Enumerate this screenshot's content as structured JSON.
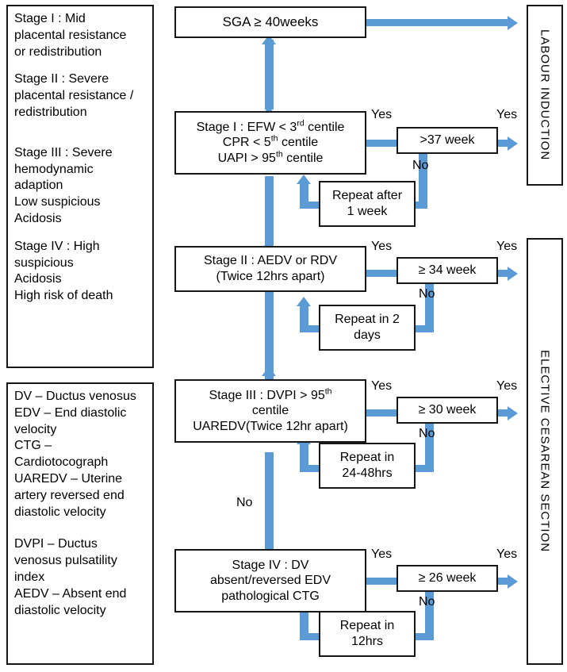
{
  "legend_stages": {
    "lines": [
      "Stage I : Mid",
      "placental resistance",
      "or redistribution",
      "",
      "Stage II : Severe",
      "placental resistance /",
      "redistribution",
      "",
      "",
      "Stage III : Severe",
      "hemodynamic",
      "adaption",
      "Low suspicious",
      "Acidosis",
      "",
      "Stage IV : High",
      "suspicious",
      "Acidosis",
      "High risk of death"
    ]
  },
  "legend_abbrev": {
    "lines": [
      "DV – Ductus venosus",
      "EDV – End diastolic",
      "velocity",
      "CTG –",
      "Cardiotocograph",
      "UAREDV – Uterine",
      "artery reversed end",
      "diastolic velocity",
      "",
      "DVPI – Ductus",
      "venosus pulsatility",
      "index",
      "AEDV – Absent end",
      "diastolic velocity"
    ]
  },
  "nodes": {
    "sga": {
      "line1": "SGA ≥ 40weeks"
    },
    "stage1": {
      "line1_a": "Stage I : EFW < 3",
      "line1_sup": "rd",
      "line1_b": " centile",
      "line2_a": "CPR < 5",
      "line2_sup": "th",
      "line2_b": " centile",
      "line3_a": "UAPI > 95",
      "line3_sup": "th",
      "line3_b": " centile"
    },
    "stage2": {
      "line1": "Stage II : AEDV or RDV",
      "line2": "(Twice 12hrs apart)"
    },
    "stage3": {
      "line1_a": "Stage III : DVPI > 95",
      "line1_sup": "th",
      "line2": "centile",
      "line3": "UAREDV(Twice 12hr apart)"
    },
    "stage4": {
      "line1": "Stage IV : DV",
      "line2": "absent/reversed EDV",
      "line3": "pathological CTG"
    },
    "repeat1": {
      "line1": "Repeat after",
      "line2": "1 week"
    },
    "repeat2": {
      "line1": "Repeat in 2",
      "line2": "days"
    },
    "repeat3": {
      "line1": "Repeat in",
      "line2": "24-48hrs"
    },
    "repeat4": {
      "line1": "Repeat in",
      "line2": "12hrs"
    },
    "gate1": {
      "label": ">37 week"
    },
    "gate2": {
      "label": "≥ 34 week"
    },
    "gate3": {
      "label": "≥ 30 week"
    },
    "gate4": {
      "label": "≥ 26 week"
    }
  },
  "edge_labels": {
    "yes_s1": "Yes",
    "yes_g1": "Yes",
    "no_g1": "No",
    "yes_s2": "Yes",
    "yes_g2": "Yes",
    "no_g2": "No",
    "yes_s3": "Yes",
    "yes_g3": "Yes",
    "no_g3": "No",
    "yes_s4": "Yes",
    "yes_g4": "Yes",
    "no_g4": "No",
    "no_main": "No"
  },
  "outcomes": {
    "labour_induction": "LABOUR INDUCTION",
    "elective_cesarean": "ELECTIVE CESAREAN SECTION"
  },
  "colors": {
    "connector": "#5B9BD5",
    "border": "#171717",
    "background": "#ffffff"
  }
}
